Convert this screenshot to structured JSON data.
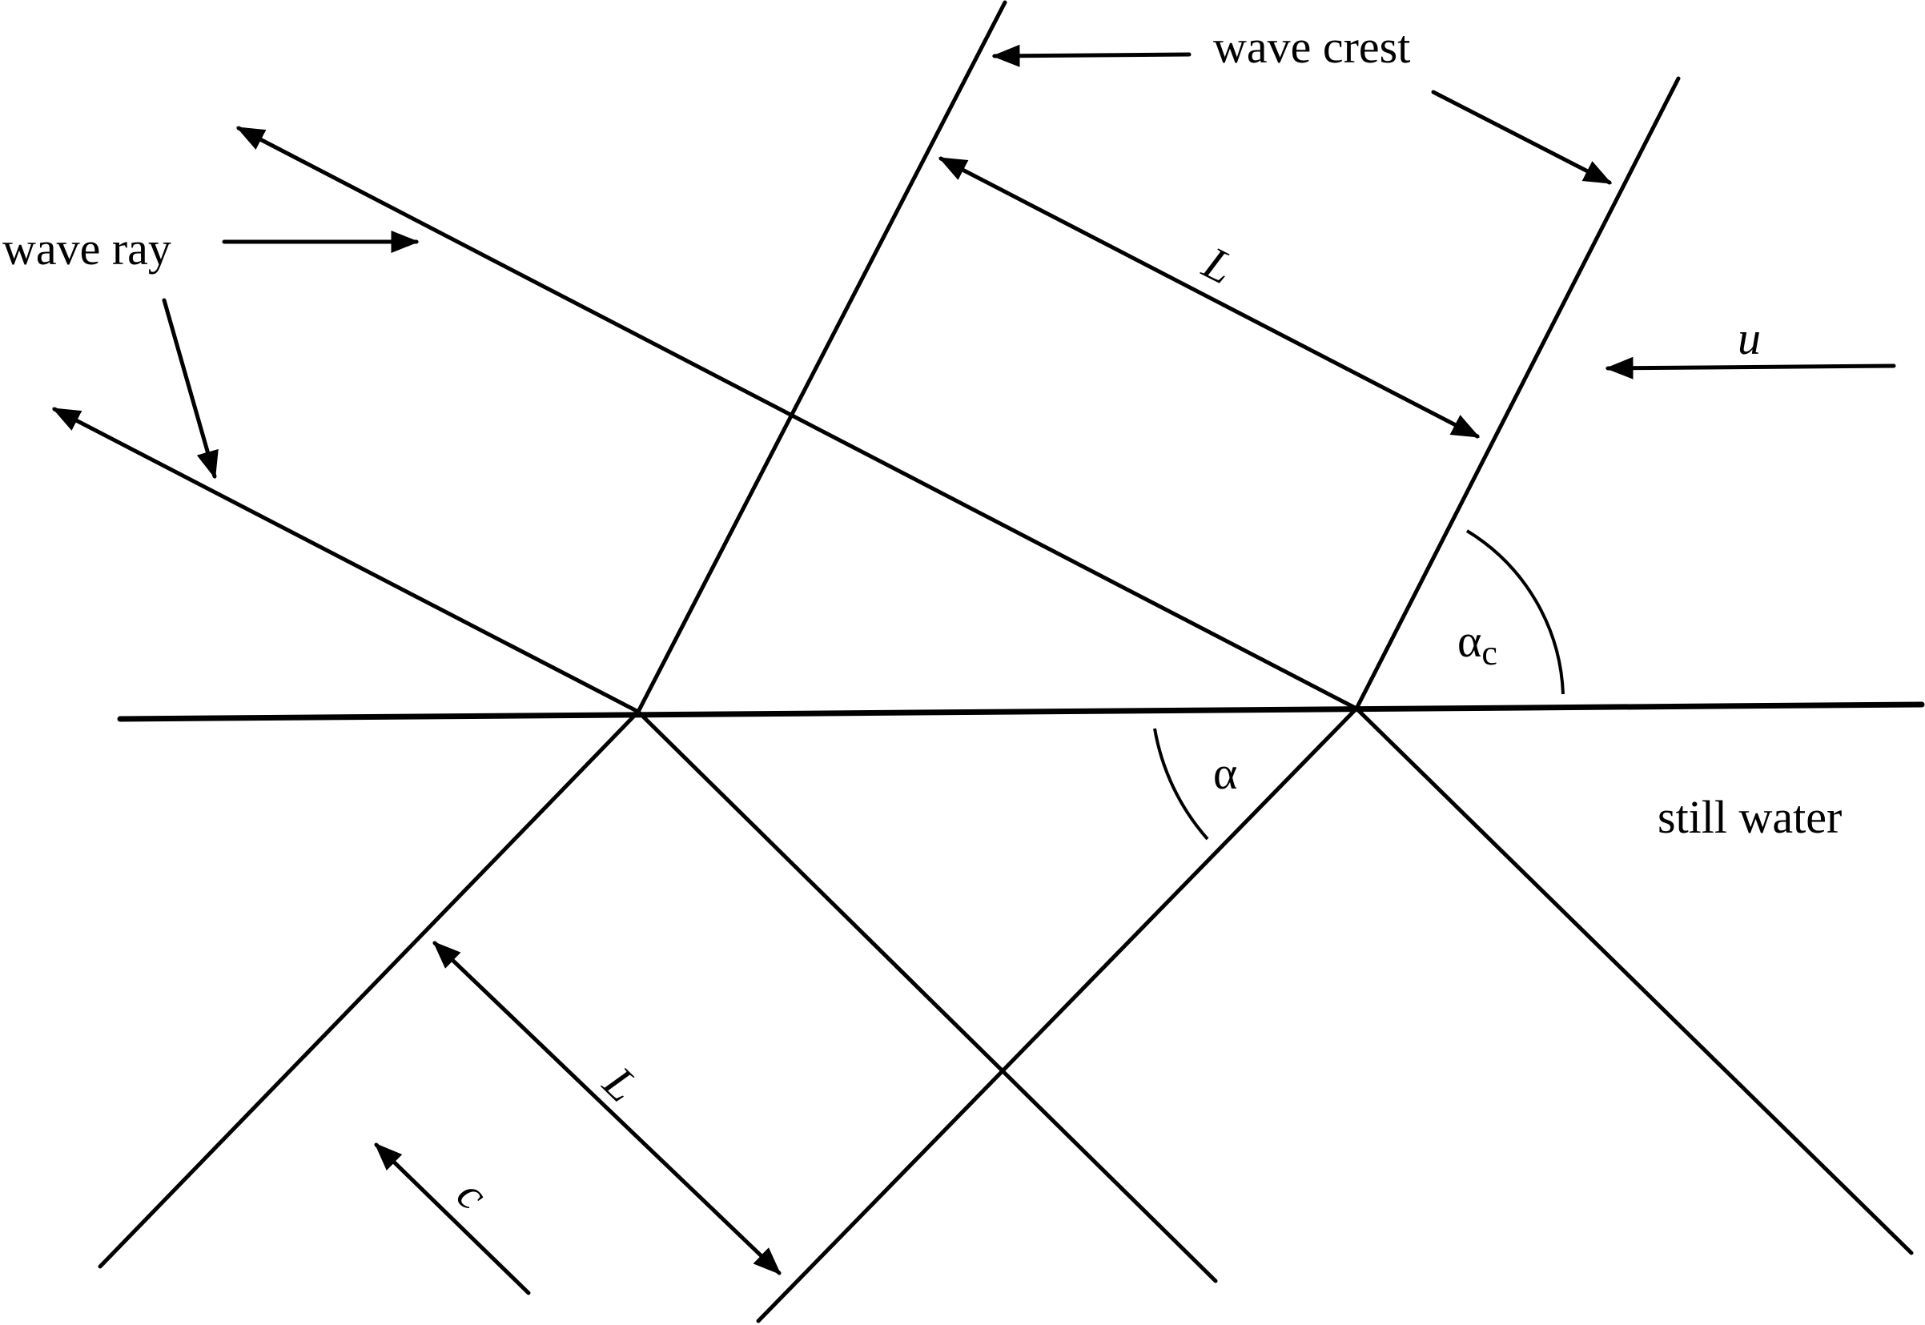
{
  "labels": {
    "wave_crest": "wave crest",
    "wave_ray": "wave ray",
    "still_water": "still water",
    "length_top": "L",
    "length_bottom": "L",
    "current": "u",
    "celerity": "c",
    "alpha": "α",
    "alpha_c": "α",
    "alpha_c_sub": "c"
  },
  "colors": {
    "line": "#000000",
    "background": "#ffffff"
  }
}
